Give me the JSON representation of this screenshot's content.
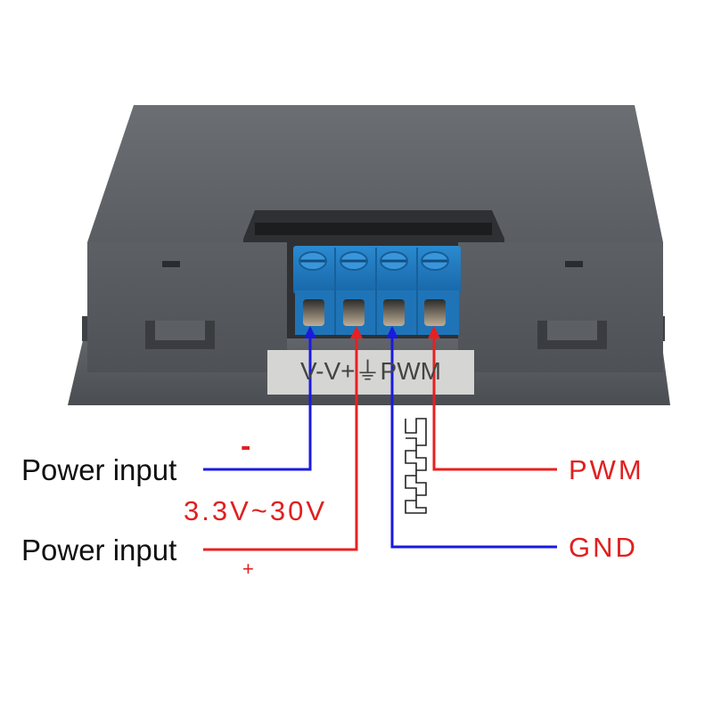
{
  "terminal_label": "V-V+⏚PWM",
  "labels": {
    "power_input_negative": "Power input",
    "negative_sign": "-",
    "voltage_range": "3.3V~30V",
    "power_input_positive": "Power input",
    "positive_sign": "+",
    "pwm": "PWM",
    "gnd": "GND"
  },
  "colors": {
    "wire_negative": "#1a1adf",
    "wire_positive": "#e82020",
    "label_red": "#e02020",
    "label_black": "#111111",
    "housing": "#5a5d62",
    "terminal_block": "#1f7fc4"
  }
}
